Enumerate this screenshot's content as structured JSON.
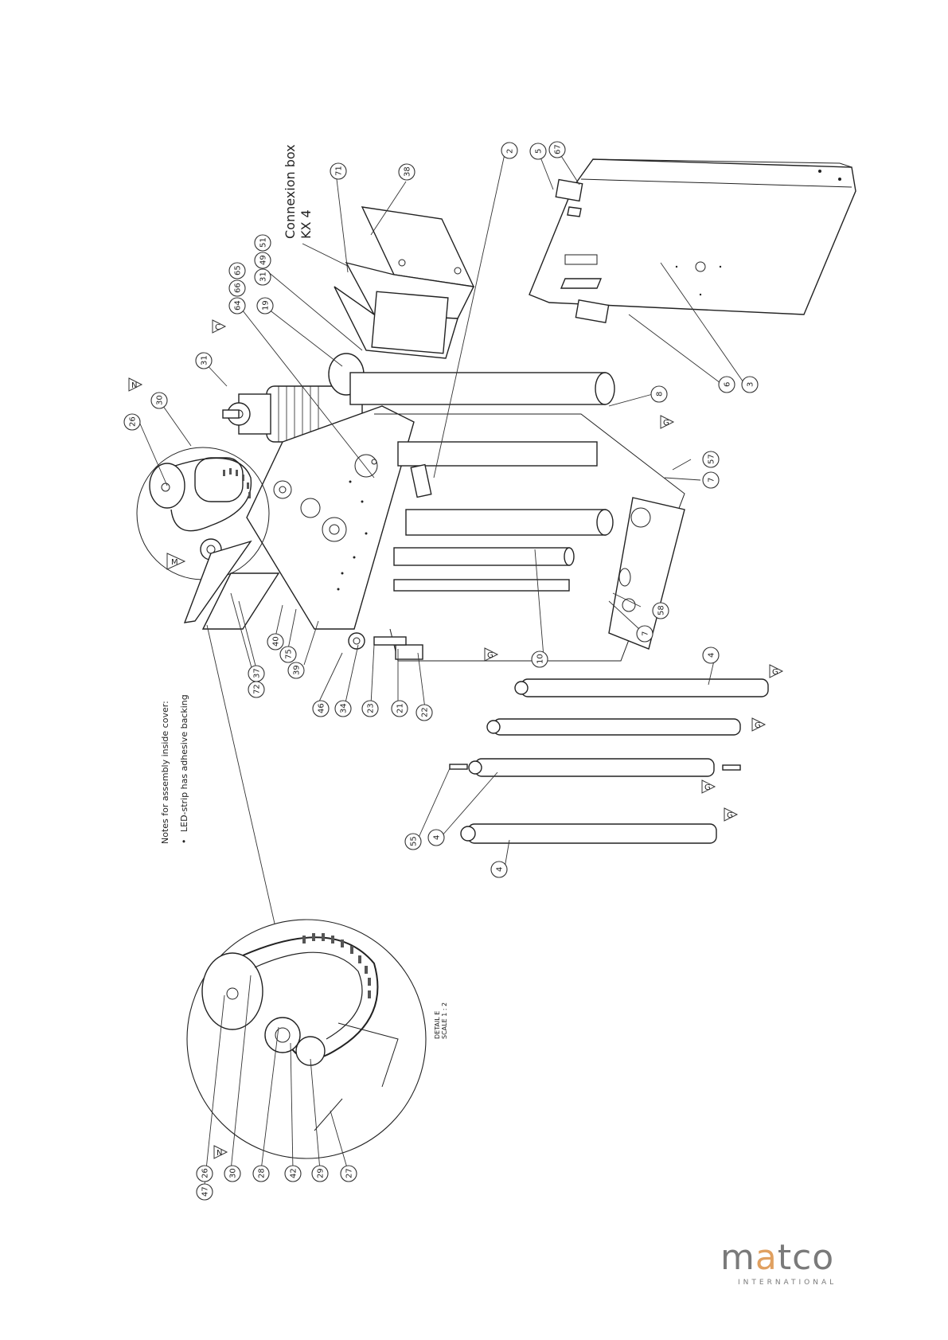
{
  "notes": {
    "title": "Notes for assembly inside cover:",
    "bullet": "LED-strip has adhesive backing"
  },
  "connexion_box": {
    "line1": "Connexion box",
    "line2": "KX 4"
  },
  "detail": {
    "name": "DETAIL E",
    "scale": "SCALE 1 : 2"
  },
  "balloons": [
    "2",
    "71",
    "38",
    "5",
    "67",
    "51",
    "49",
    "31",
    "65",
    "66",
    "64",
    "19",
    "31",
    "26",
    "30",
    "8",
    "57",
    "7",
    "58",
    "7",
    "6",
    "3",
    "40",
    "75",
    "39",
    "37",
    "72",
    "46",
    "34",
    "23",
    "21",
    "22",
    "10",
    "4",
    "55",
    "4",
    "4",
    "47",
    "26",
    "30",
    "28",
    "42",
    "29",
    "27"
  ],
  "view_labels": [
    "C",
    "N",
    "M",
    "G",
    "G",
    "G",
    "G",
    "G",
    "G",
    "N"
  ],
  "logo": {
    "word_start": "m",
    "word_accent": "a",
    "word_end": "tco",
    "sub": "INTERNATIONAL"
  }
}
